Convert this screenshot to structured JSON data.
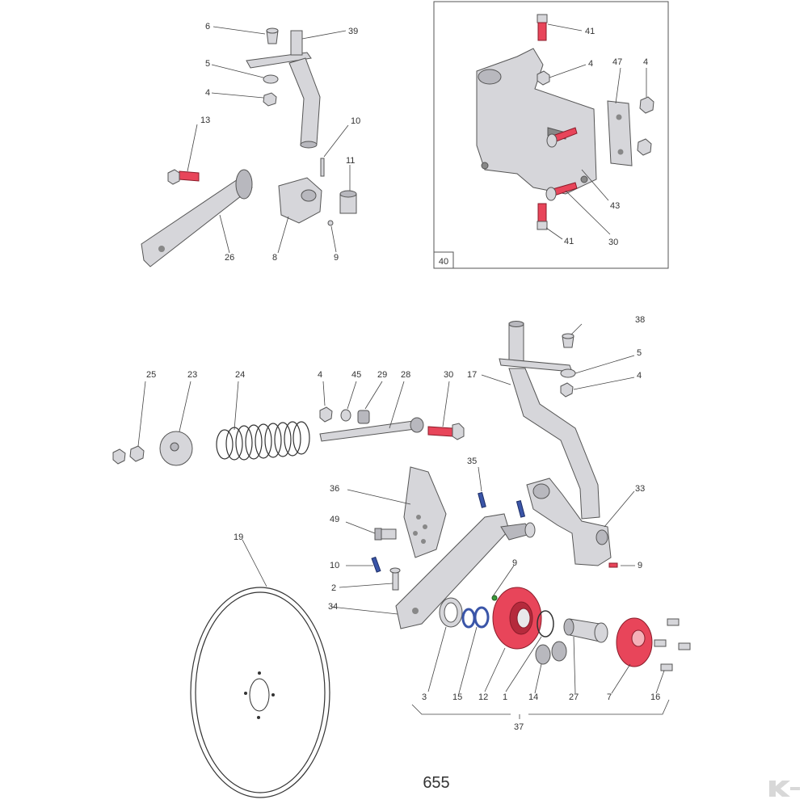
{
  "page_number": "655",
  "inset_label": "40",
  "colors": {
    "highlight": "#e8455a",
    "pin_blue": "#3a55a8",
    "part_grey": "#d6d6da",
    "line": "#444444"
  },
  "callouts": {
    "c6": "6",
    "c39": "39",
    "c5a": "5",
    "c4a": "4",
    "c13": "13",
    "c10a": "10",
    "c11": "11",
    "c26": "26",
    "c8": "8",
    "c9a": "9",
    "c41a": "41",
    "c4b": "4",
    "c47": "47",
    "c4c": "4",
    "c43": "43",
    "c30a": "30",
    "c41b": "41",
    "c38": "38",
    "c5b": "5",
    "c4d": "4",
    "c17": "17",
    "c25": "25",
    "c23": "23",
    "c24": "24",
    "c4e": "4",
    "c45": "45",
    "c29": "29",
    "c28": "28",
    "c30b": "30",
    "c35": "35",
    "c36": "36",
    "c33": "33",
    "c49": "49",
    "c19": "19",
    "c9b": "9",
    "c9c": "9",
    "c10b": "10",
    "c2": "2",
    "c34": "34",
    "c3": "3",
    "c15": "15",
    "c12": "12",
    "c1": "1",
    "c14": "14",
    "c27": "27",
    "c7": "7",
    "c16": "16",
    "c37": "37"
  }
}
